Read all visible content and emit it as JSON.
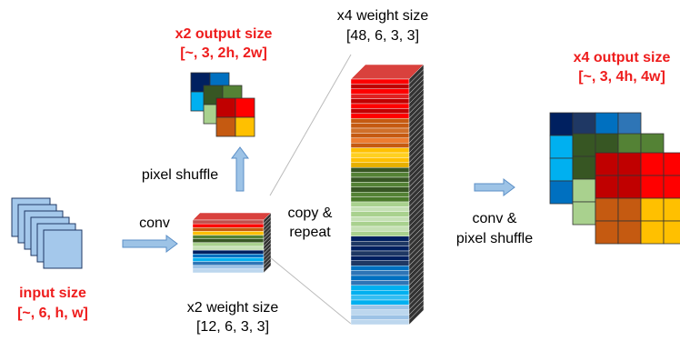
{
  "labels": {
    "x2_output_title": "x2 output size",
    "x2_output_shape": "[~, 3, 2h, 2w]",
    "x4_weight_title": "x4 weight size",
    "x4_weight_shape": "[48, 6, 3, 3]",
    "x4_output_title": "x4 output size",
    "x4_output_shape": "[~, 3, 4h, 4w]",
    "pixel_shuffle": "pixel shuffle",
    "conv": "conv",
    "copy_repeat_1": "copy &",
    "copy_repeat_2": "repeat",
    "conv_ps_1": "conv &",
    "conv_ps_2": "pixel shuffle",
    "x2_weight_title": "x2 weight size",
    "x2_weight_shape": "[12, 6, 3, 3]",
    "input_title": "input size",
    "input_shape": "[~, 6, h, w]"
  },
  "colors": {
    "red_text": "#ee1c1c",
    "arrow_fill": "#9dc3e6",
    "arrow_stroke": "#5b8fc7",
    "input_fill": "#a4c8eb",
    "top_face": "#d9413d"
  }
}
